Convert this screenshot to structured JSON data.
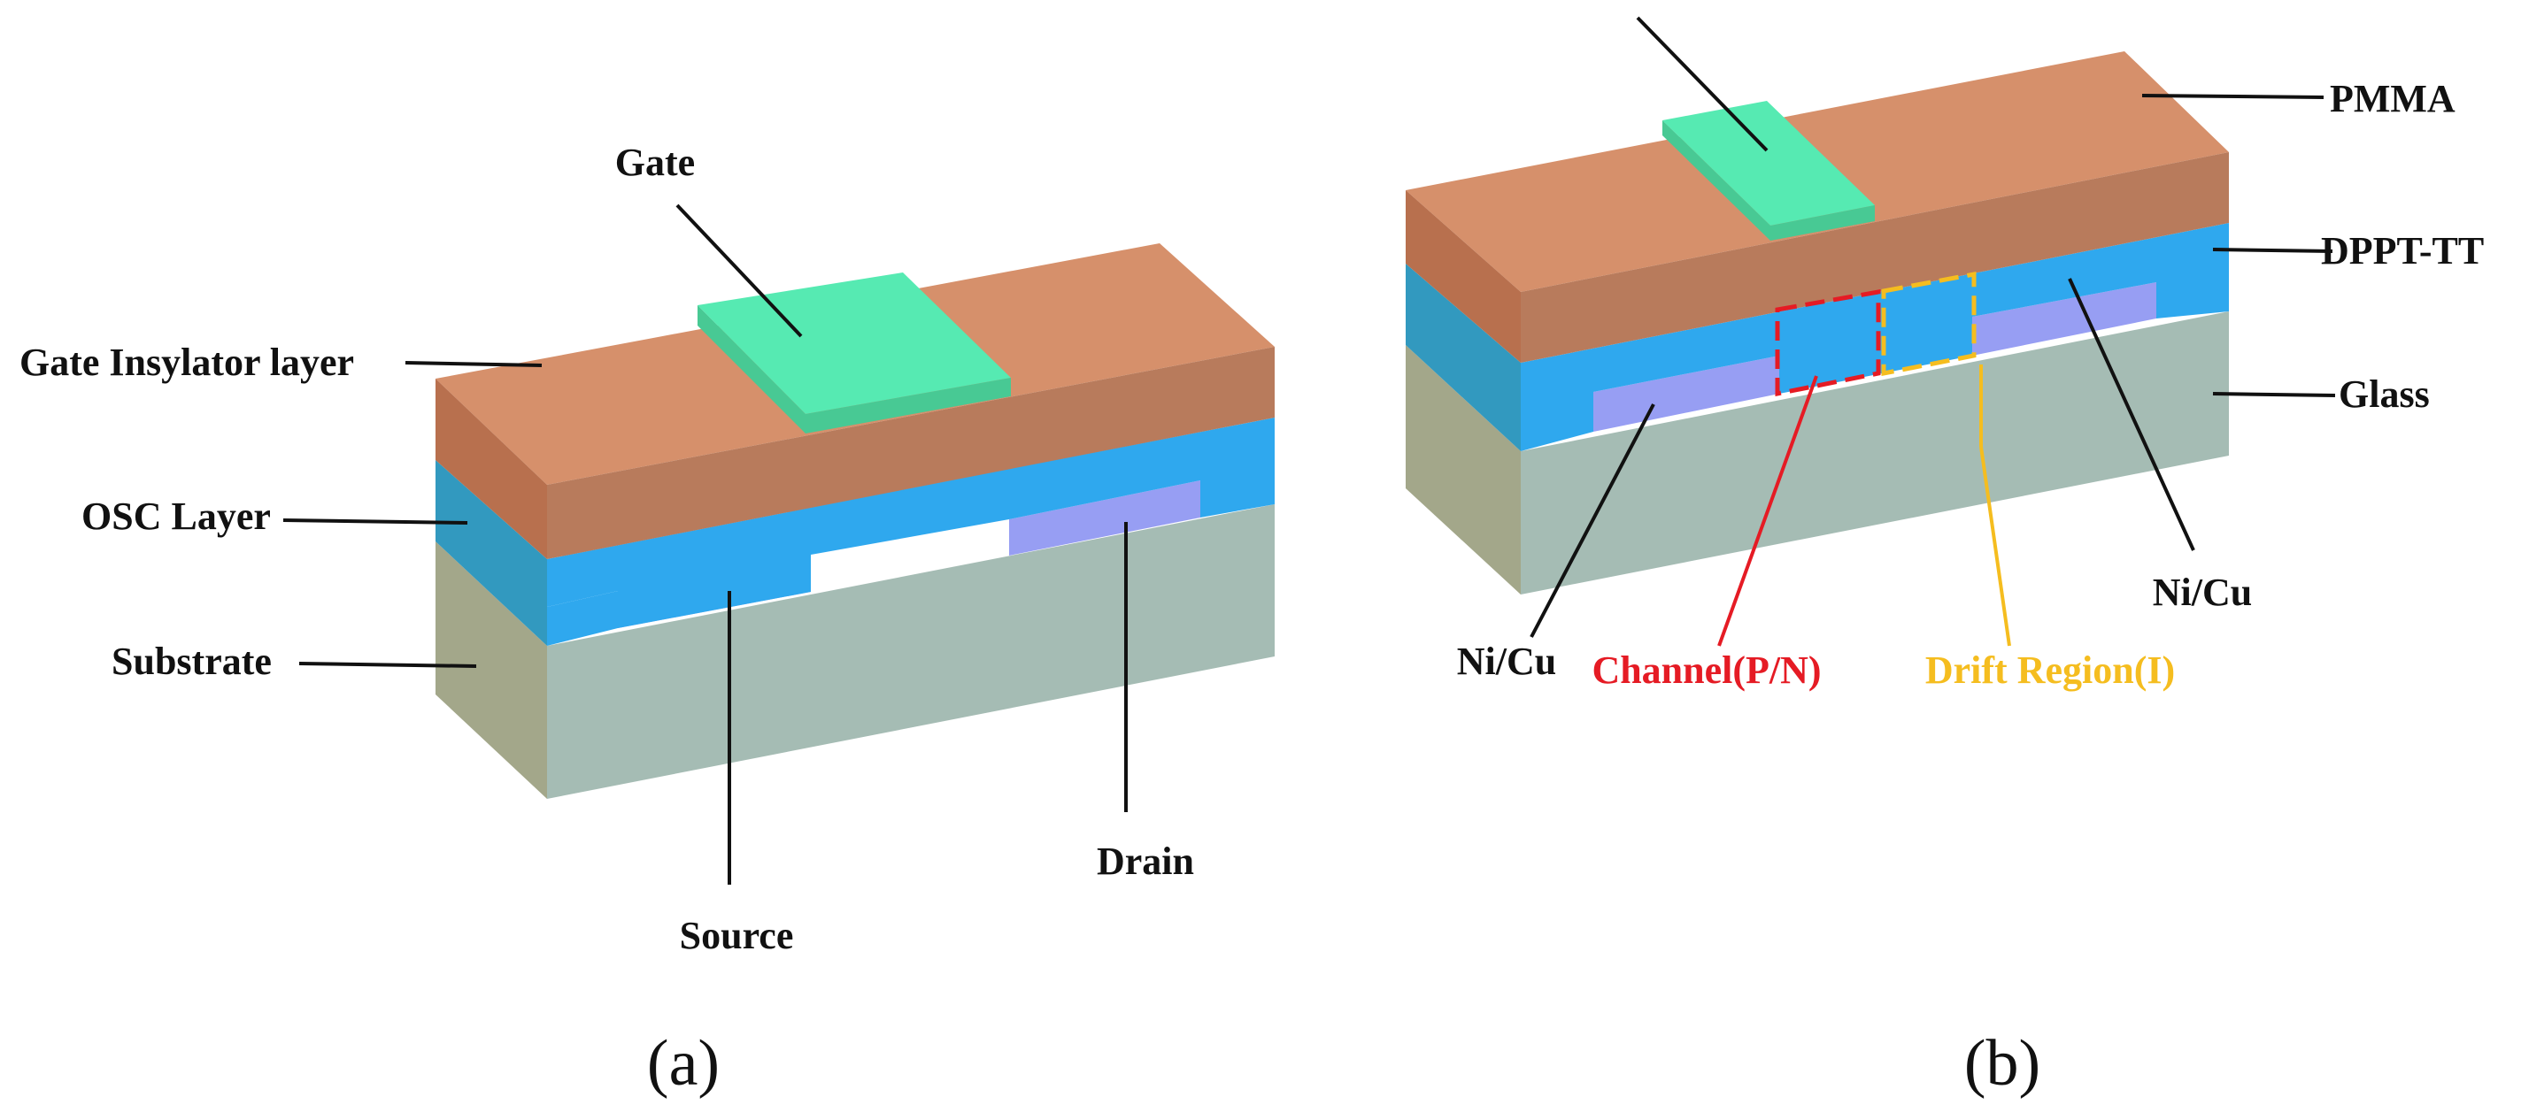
{
  "panels": [
    {
      "id": "a",
      "caption": "(a)",
      "labels": {
        "gate": "Gate",
        "gate_insulator": "Gate Insylator layer",
        "osc_layer": "OSC Layer",
        "substrate": "Substrate",
        "source": "Source",
        "drain": "Drain"
      }
    },
    {
      "id": "b",
      "caption": "(b)",
      "labels": {
        "pmma": "PMMA",
        "dppt": "DPPT-TT",
        "glass": "Glass",
        "nicu_right": "Ni/Cu",
        "nicu_left": "Ni/Cu",
        "channel": "Channel(P/N)",
        "drift": "Drift Region(I)"
      }
    }
  ],
  "colors": {
    "substrate_front": "#a5bcb4",
    "substrate_side": "#a3a78a",
    "osc_front": "#2fa8ee",
    "osc_side": "#3299bf",
    "insulator_top": "#d6906b",
    "insulator_front": "#b87b5c",
    "insulator_side": "#b8704e",
    "gate_top": "#56eab2",
    "gate_front": "#48c994",
    "electrode": "#979ef3",
    "channel_box": "#e51b24",
    "drift_box": "#f5bd1f",
    "channel_text": "#e51b24",
    "drift_text": "#f5bd1f"
  }
}
